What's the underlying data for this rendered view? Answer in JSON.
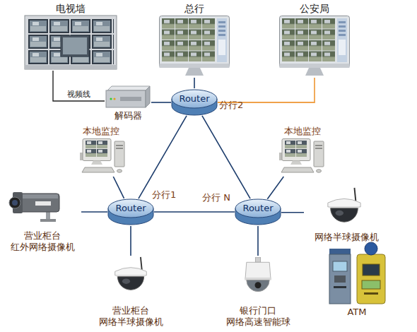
{
  "diagram": {
    "nodes": [
      {
        "text": [
          "电视墙"
        ]
      },
      {
        "text": [
          "总行"
        ]
      },
      {
        "text": [
          "公安局"
        ]
      },
      {
        "text": [
          "解码器"
        ]
      },
      {
        "text": [
          "Router",
          "分行2"
        ]
      },
      {
        "text": [
          "本地监控"
        ]
      },
      {
        "text": [
          "本地监控"
        ]
      },
      {
        "text": [
          "营业柜台 红外网络摄像机"
        ]
      },
      {
        "text": [
          "Router",
          "分行1"
        ]
      },
      {
        "text": [
          "Router",
          "分行 N"
        ]
      },
      {
        "text": [
          "网络半球摄像机"
        ]
      },
      {
        "text": [
          "营业柜台 网络半球摄像机"
        ]
      },
      {
        "text": [
          "银行门口 网络高速智能球"
        ]
      },
      {
        "text": [
          "ATM"
        ]
      }
    ],
    "edges": [
      {
        "from": 0,
        "to": 3,
        "arrow": "none",
        "label": "视频线"
      },
      {
        "from": 3,
        "to": 4,
        "arrow": "none"
      },
      {
        "from": 1,
        "to": 4,
        "arrow": "none"
      },
      {
        "from": 2,
        "to": 4,
        "arrow": "none"
      },
      {
        "from": 5,
        "to": 8,
        "arrow": "none"
      },
      {
        "from": 6,
        "to": 9,
        "arrow": "none"
      },
      {
        "from": 4,
        "to": 8,
        "arrow": "none"
      },
      {
        "from": 4,
        "to": 9,
        "arrow": "none"
      },
      {
        "from": 7,
        "to": 8,
        "arrow": "none"
      },
      {
        "from": 8,
        "to": 9,
        "arrow": "none"
      },
      {
        "from": 9,
        "to": 10,
        "arrow": "none"
      },
      {
        "from": 8,
        "to": 11,
        "arrow": "none"
      },
      {
        "from": 9,
        "to": 12,
        "arrow": "none"
      }
    ]
  }
}
